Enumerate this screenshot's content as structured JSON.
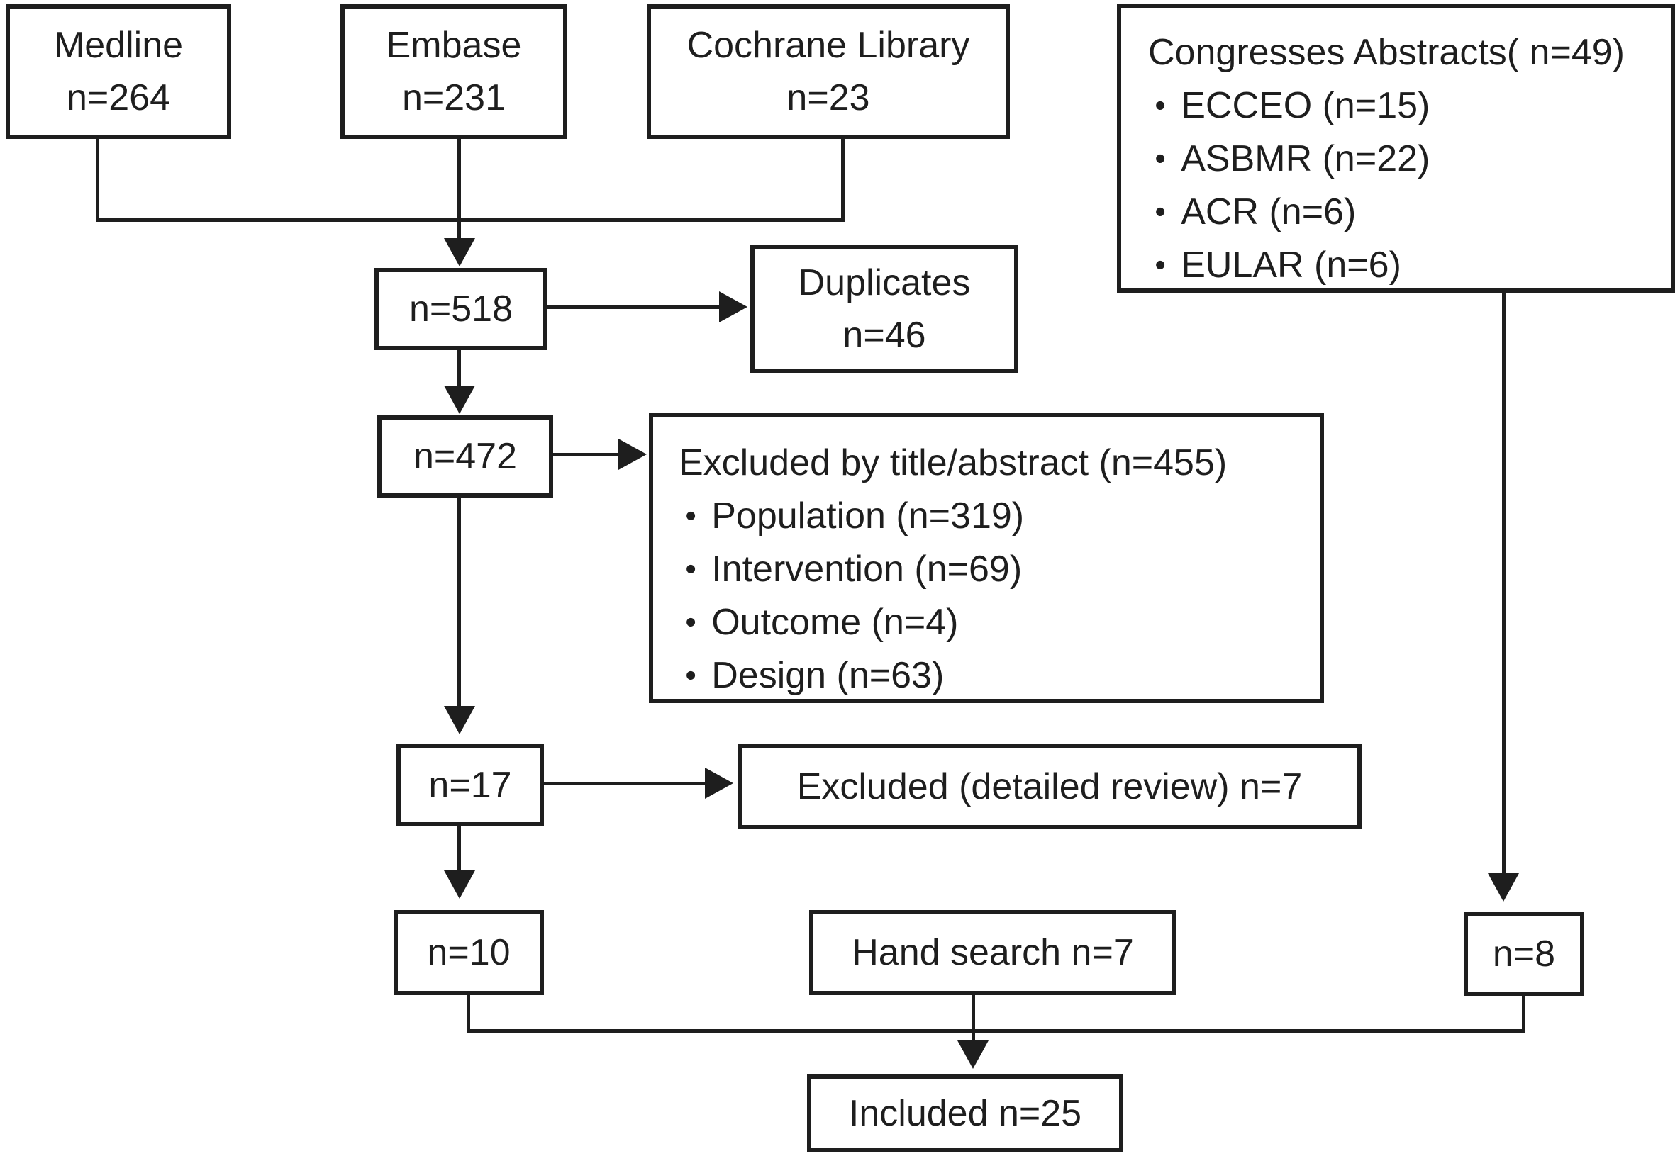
{
  "bullet": "•",
  "colors": {
    "ink": "#1e1e1e",
    "background": "#ffffff"
  },
  "sources": {
    "medline": {
      "name": "Medline",
      "count": "n=264"
    },
    "embase": {
      "name": "Embase",
      "count": "n=231"
    },
    "cochrane": {
      "name": "Cochrane Library",
      "count": "n=23"
    },
    "congresses": {
      "title": "Congresses Abstracts( n=49)",
      "items": [
        "ECCEO (n=15)",
        "ASBMR (n=22)",
        "ACR (n=6)",
        "EULAR (n=6)"
      ]
    }
  },
  "flow": {
    "pooled_count": "n=518",
    "duplicates": {
      "label": "Duplicates",
      "count": "n=46"
    },
    "screened_count": "n=472",
    "excluded_title_abstract": {
      "title": "Excluded by title/abstract (n=455)",
      "items": [
        "Population (n=319)",
        "Intervention (n=69)",
        "Outcome (n=4)",
        "Design (n=63)"
      ]
    },
    "detailed_review_count": "n=17",
    "excluded_detailed_review": "Excluded (detailed review) n=7",
    "full_text_count": "n=10",
    "hand_search": "Hand search n=7",
    "congress_count": "n=8",
    "included": "Included n=25"
  }
}
